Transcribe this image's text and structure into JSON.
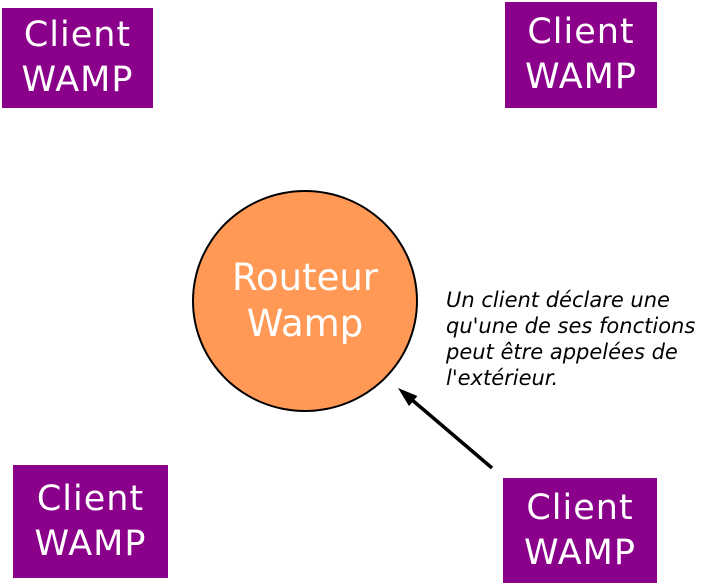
{
  "colors": {
    "box_purple": "#8A008A",
    "circle_orange": "#FF9955",
    "box_text": "#FFFFFF",
    "annotation_text": "#000000",
    "arrow_color": "#000000",
    "canvas_bg": "#FFFFFF"
  },
  "clients": [
    {
      "position": "top-left",
      "line1": "Client",
      "line2": "WAMP"
    },
    {
      "position": "top-right",
      "line1": "Client",
      "line2": "WAMP"
    },
    {
      "position": "bottom-left",
      "line1": "Client",
      "line2": "WAMP"
    },
    {
      "position": "bottom-right",
      "line1": "Client",
      "line2": "WAMP"
    }
  ],
  "router": {
    "line1": "Routeur",
    "line2": "Wamp"
  },
  "annotation": {
    "lines": [
      "Un client déclare une",
      "qu'une de ses fonctions",
      "peut être appelées de",
      "l'extérieur."
    ]
  }
}
